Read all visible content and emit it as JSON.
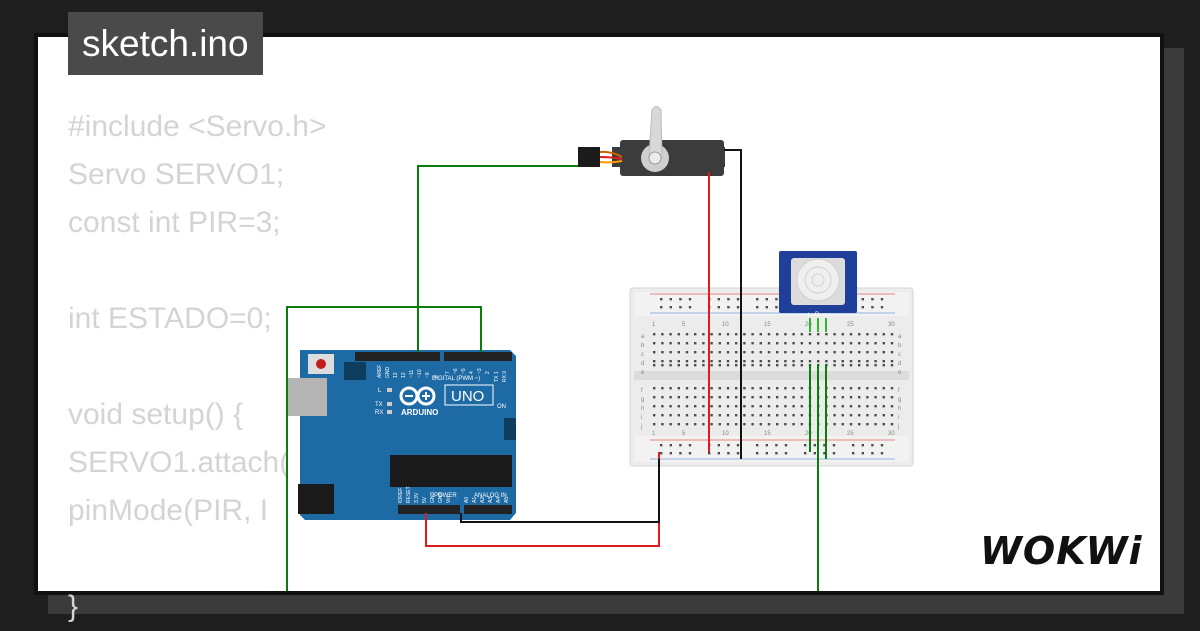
{
  "title": "sketch.ino",
  "code_lines": [
    "#include <Servo.h>",
    "Servo SERVO1;",
    "const int PIR=3;",
    "",
    "int ESTADO=0;",
    "",
    "void setup() {",
    "SERVO1.attach(",
    "pinMode(PIR, I",
    "",
    "}"
  ],
  "arduino": {
    "brand": "ARDUINO",
    "model": "UNO",
    "digital_label": "DIGITAL (PWM ~)",
    "power_label": "POWER",
    "analog_label": "ANALOG IN",
    "on_label": "ON",
    "l_label": "L",
    "tx_label": "TX",
    "rx_label": "RX",
    "aref_label": "AREF",
    "gnd_label": "GND",
    "digital_pins": [
      "13",
      "12",
      "~11",
      "~10",
      "~9",
      "8",
      "7",
      "~6",
      "~5",
      "4",
      "~3",
      "2",
      "TX 1",
      "RX 0"
    ],
    "power_pins": [
      "IOREF",
      "RESET",
      "3.3V",
      "5V",
      "GND",
      "GND",
      "Vin"
    ],
    "analog_pins": [
      "A0",
      "A1",
      "A2",
      "A3",
      "A4",
      "A5"
    ]
  },
  "breadboard": {
    "column_numbers": [
      "1",
      "5",
      "10",
      "15",
      "20",
      "25",
      "30"
    ],
    "row_letters_top": [
      "a",
      "b",
      "c",
      "d",
      "e"
    ],
    "row_letters_bottom": [
      "f",
      "g",
      "h",
      "i",
      "j"
    ]
  },
  "pir": {
    "pin_labels": [
      "+",
      "D",
      "−"
    ]
  },
  "logo": "WOKWi",
  "colors": {
    "wire_green": "#0a7d0a",
    "wire_red": "#e01b1b",
    "wire_black": "#111111",
    "board_blue": "#1d6aa5",
    "code_text": "#d4d4d4",
    "title_bg": "#4a4a4a"
  }
}
